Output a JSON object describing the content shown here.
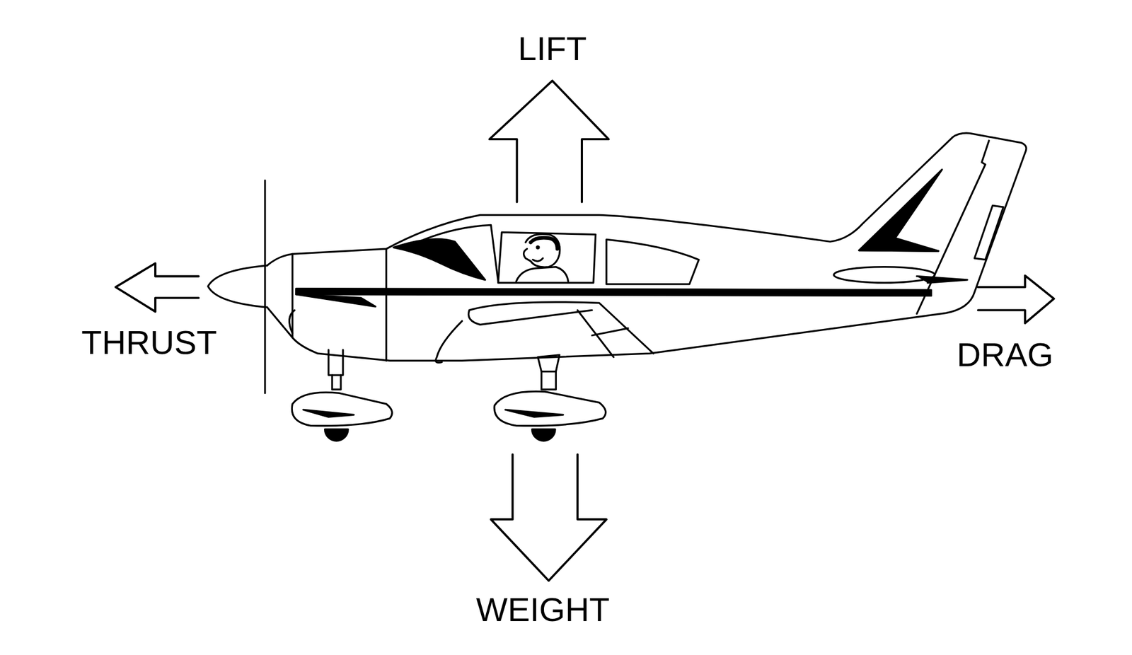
{
  "diagram": {
    "labels": [
      "LIFT",
      "THRUST",
      "DRAG",
      "WEIGHT"
    ]
  }
}
